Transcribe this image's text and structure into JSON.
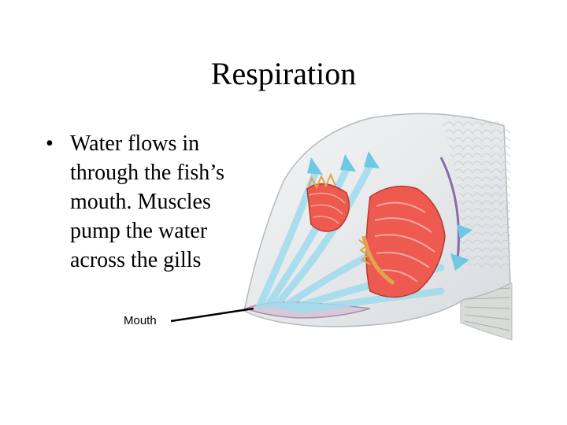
{
  "slide": {
    "title": "Respiration",
    "bullet_marker": "•",
    "bullet_text": "Water flows in through the fish’s mouth. Muscles pump the water across the gills",
    "diagram": {
      "labels": {
        "mouth": "Mouth"
      }
    }
  }
}
